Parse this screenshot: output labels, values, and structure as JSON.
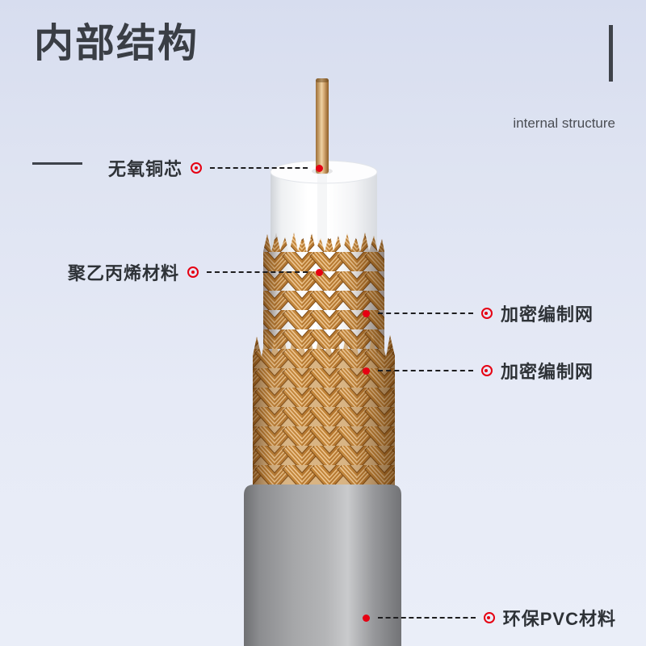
{
  "page": {
    "title": "内部结构",
    "subtitle": "internal structure"
  },
  "callouts": [
    {
      "label": "无氧铜芯",
      "target": "copper-core",
      "side": "left"
    },
    {
      "label": "聚乙丙烯材料",
      "target": "dielectric",
      "side": "left"
    },
    {
      "label": "加密编制网",
      "target": "outer-braid",
      "side": "right"
    },
    {
      "label": "加密编制网",
      "target": "inner-braid",
      "side": "right"
    },
    {
      "label": "环保PVC材料",
      "target": "pvc-jacket",
      "side": "right"
    }
  ],
  "cable_parts": [
    "copper-pin",
    "white-dielectric",
    "inner-braid-shield",
    "outer-braid-shield",
    "pvc-jacket"
  ],
  "colors": {
    "accent_red": "#e60012",
    "title_text": "#3a3e45",
    "label_text": "#2e3237",
    "copper_mid": "#bb7c33",
    "copper_light": "#ecc795",
    "jacket_gray": "#a6a7a9",
    "background_top": "#d7ddef",
    "background_bottom": "#eaeef8"
  }
}
